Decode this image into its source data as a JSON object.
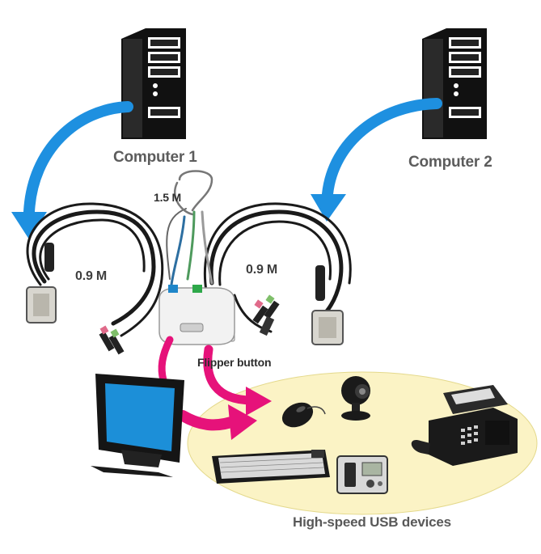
{
  "labels": {
    "computer1": "Computer 1",
    "computer2": "Computer 2",
    "cable_main": "1.5 M",
    "cable_left": "0.9 M",
    "cable_right": "0.9 M",
    "flipper": "Flipper button",
    "usb_devices": "High-speed USB devices"
  },
  "colors": {
    "arrow_blue": "#1e90e0",
    "arrow_pink": "#e6127a",
    "device_area": "#fbf3c5",
    "tower": "#111111",
    "monitor_screen": "#1c8fd8",
    "port_blue": "#1f86c9",
    "port_green": "#2ea84a"
  },
  "icons": {
    "computer1": "tower-pc-icon",
    "computer2": "tower-pc-icon",
    "kvm": "kvm-switch-icon",
    "monitor": "monitor-icon",
    "mouse": "mouse-icon",
    "webcam": "webcam-icon",
    "fax": "fax-machine-icon",
    "keyboard": "keyboard-icon",
    "mp3": "mp3-player-icon"
  }
}
